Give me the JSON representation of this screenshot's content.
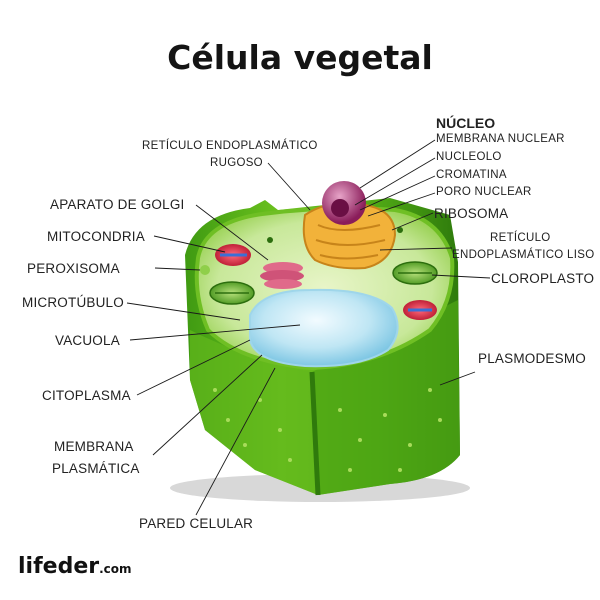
{
  "title": "Célula vegetal",
  "labels": {
    "nucleo": "NÚCLEO",
    "membrana_nuclear": "MEMBRANA NUCLEAR",
    "nucleolo": "NUCLEOLO",
    "cromatina": "CROMATINA",
    "poro_nuclear": "PORO NUCLEAR",
    "ribosoma": "RIBOSOMA",
    "reticulo_liso_1": "RETÍCULO",
    "reticulo_liso_2": "ENDOPLASMÁTICO LISO",
    "cloroplasto": "CLOROPLASTO",
    "plasmodesmo": "PLASMODESMO",
    "reticulo_rugoso_1": "RETÍCULO  ENDOPLASMÁTICO",
    "reticulo_rugoso_2": "RUGOSO",
    "aparato_golgi": "APARATO DE GOLGI",
    "mitocondria": "MITOCONDRIA",
    "peroxisoma": "PEROXISOMA",
    "microtubulo": "MICROTÚBULO",
    "vacuola": "VACUOLA",
    "citoplasma": "CITOPLASMA",
    "membrana_plasmatica_1": "MEMBRANA",
    "membrana_plasmatica_2": "PLASMÁTICA",
    "pared_celular": "PARED CELULAR"
  },
  "logo": {
    "name": "lifeder",
    "suffix": ".com"
  }
}
